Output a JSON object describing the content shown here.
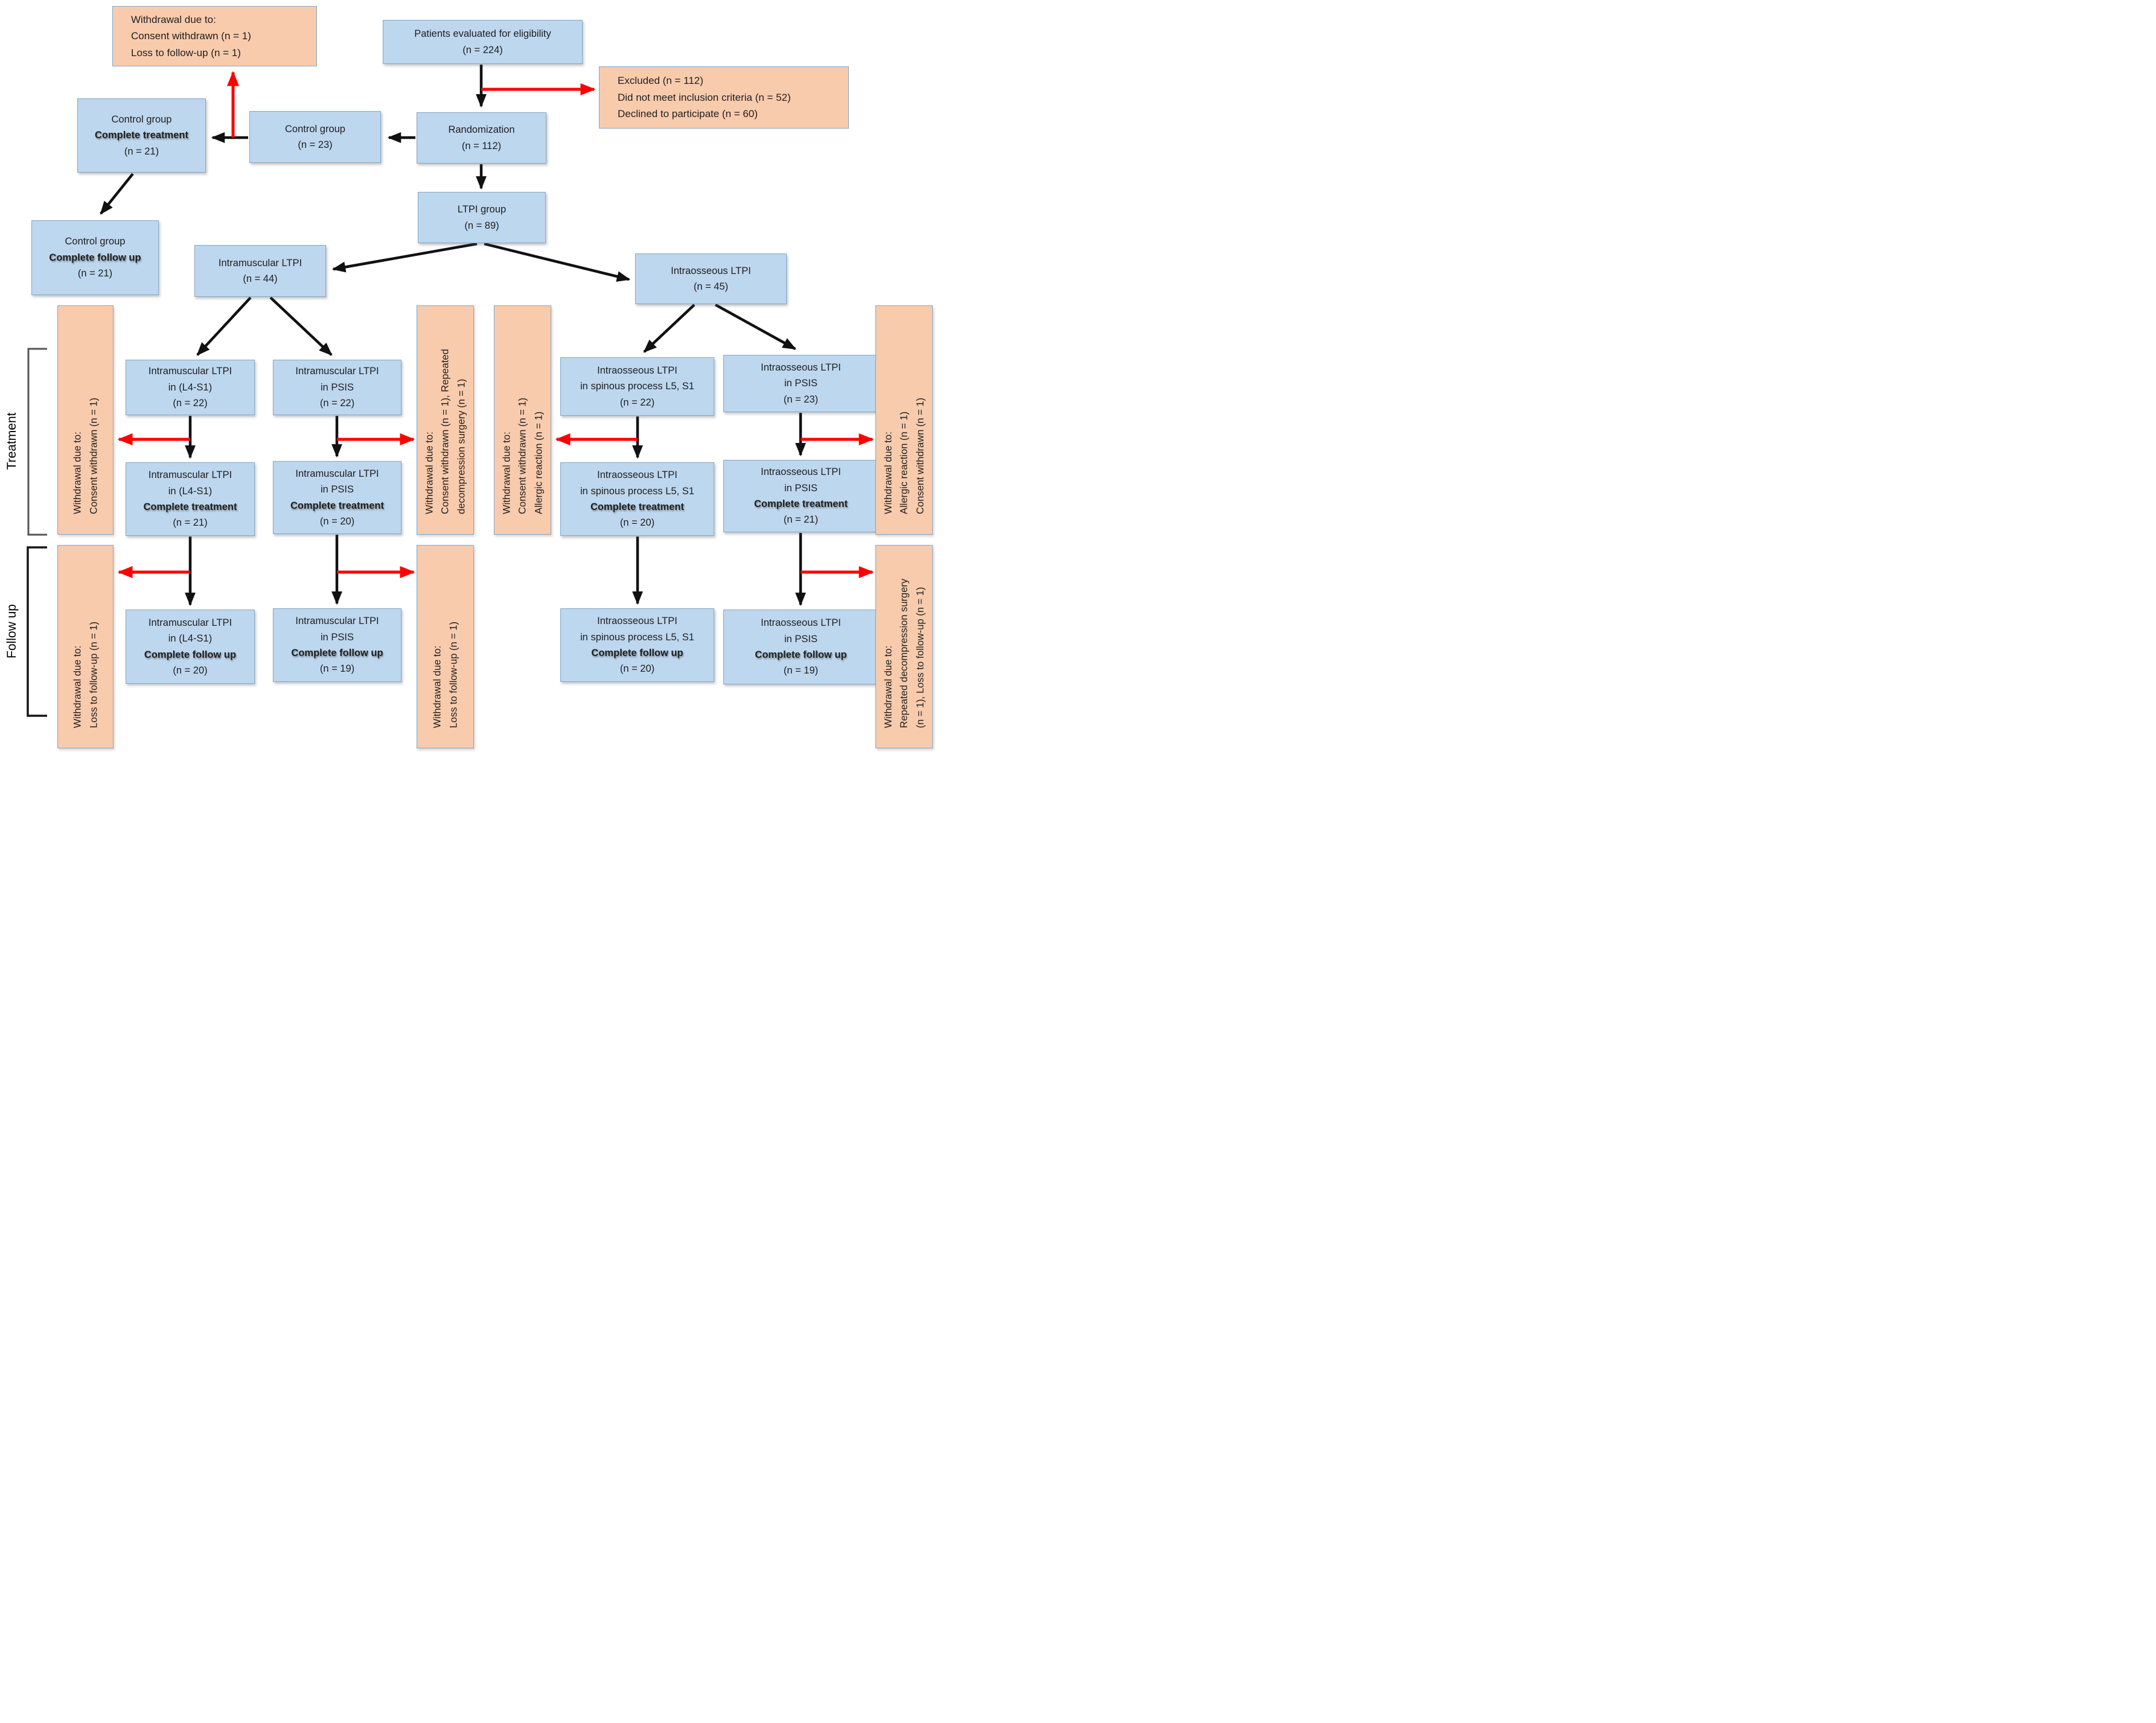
{
  "colors": {
    "box-blue": "#bdd7ee",
    "box-border": "#84a7c7",
    "box-orange": "#f8cbad",
    "arrow-black": "#111111",
    "arrow-red": "#ff0000",
    "text": "#1f1f1f",
    "bracket-treatment": "#555555",
    "bracket-followup": "#161616"
  },
  "section_labels": {
    "treatment": "Treatment",
    "follow_up": "Follow up"
  },
  "nodes": {
    "eligibility": {
      "lines": [
        "Patients evaluated for eligibility",
        "(n = 224)"
      ]
    },
    "randomization": {
      "lines": [
        "Randomization",
        "(n = 112)"
      ]
    },
    "control_group": {
      "lines": [
        "Control group",
        "(n = 23)"
      ]
    },
    "control_treatment": {
      "lines": [
        "Control group",
        "Complete treatment",
        "(n = 21)"
      ]
    },
    "control_followup": {
      "lines": [
        "Control group",
        "Complete follow up",
        "(n = 21)"
      ]
    },
    "ltpi_group": {
      "lines": [
        "LTPI group",
        "(n = 89)"
      ]
    },
    "intramuscular": {
      "lines": [
        "Intramuscular LTPI",
        "(n = 44)"
      ]
    },
    "intraosseous": {
      "lines": [
        "Intraosseous LTPI",
        "(n = 45)"
      ]
    },
    "im_l4s1": {
      "lines": [
        "Intramuscular LTPI",
        "in (L4-S1)",
        "(n = 22)"
      ]
    },
    "im_psis": {
      "lines": [
        "Intramuscular LTPI",
        "in PSIS",
        "(n = 22)"
      ]
    },
    "io_spinous": {
      "lines": [
        "Intraosseous LTPI",
        "in spinous process L5, S1",
        "(n = 22)"
      ]
    },
    "io_psis": {
      "lines": [
        "Intraosseous LTPI",
        "in PSIS",
        "(n = 23)"
      ]
    },
    "im_l4s1_treatment": {
      "lines": [
        "Intramuscular LTPI",
        "in (L4-S1)",
        "Complete treatment",
        "(n = 21)"
      ]
    },
    "im_psis_treatment": {
      "lines": [
        "Intramuscular LTPI",
        "in PSIS",
        "Complete treatment",
        "(n = 20)"
      ]
    },
    "io_spinous_treatment": {
      "lines": [
        "Intraosseous LTPI",
        "in spinous process L5, S1",
        "Complete treatment",
        "(n = 20)"
      ]
    },
    "io_psis_treatment": {
      "lines": [
        "Intraosseous LTPI",
        "in PSIS",
        "Complete treatment",
        "(n = 21)"
      ]
    },
    "im_l4s1_followup": {
      "lines": [
        "Intramuscular LTPI",
        "in (L4-S1)",
        "Complete follow up",
        "(n = 20)"
      ]
    },
    "im_psis_followup": {
      "lines": [
        "Intramuscular LTPI",
        "in PSIS",
        "Complete follow up",
        "(n = 19)"
      ]
    },
    "io_spinous_followup": {
      "lines": [
        "Intraosseous LTPI",
        "in spinous process L5, S1",
        "Complete follow up",
        "(n = 20)"
      ]
    },
    "io_psis_followup": {
      "lines": [
        "Intraosseous LTPI",
        "in PSIS",
        "Complete follow up",
        "(n = 19)"
      ]
    }
  },
  "notes": {
    "withdrawal_control": {
      "lines": [
        "Withdrawal due to:",
        "Consent withdrawn (n = 1)",
        "Loss to follow-up (n = 1)"
      ]
    },
    "excluded": {
      "lines": [
        "Excluded (n = 112)",
        "Did not meet inclusion criteria (n = 52)",
        "Declined to participate (n = 60)"
      ]
    },
    "withdrawal_im_l4s1_treatment": {
      "lines": [
        "Withdrawal due to:",
        "Consent withdrawn (n = 1)"
      ]
    },
    "withdrawal_im_psis_treatment": {
      "lines": [
        "Withdrawal due to:",
        "Consent withdrawn (n = 1), Repeated",
        "decompression surgery (n = 1)"
      ]
    },
    "withdrawal_io_spinous_treatment": {
      "lines": [
        "Withdrawal due to:",
        "Consent withdrawn (n = 1)",
        "Allergic reaction (n = 1)"
      ]
    },
    "withdrawal_io_psis_treatment": {
      "lines": [
        "Withdrawal due to:",
        "Allergic reaction (n = 1)",
        "Consent withdrawn (n = 1)"
      ]
    },
    "withdrawal_im_l4s1_followup": {
      "lines": [
        "Withdrawal due to:",
        "Loss to follow-up (n = 1)"
      ]
    },
    "withdrawal_im_psis_followup": {
      "lines": [
        "Withdrawal due to:",
        "Loss to follow-up (n = 1)"
      ]
    },
    "withdrawal_io_psis_followup": {
      "lines": [
        "Withdrawal due to:",
        "Repeated decompression surgery",
        "(n = 1), Loss to follow-up (n = 1)"
      ]
    }
  }
}
